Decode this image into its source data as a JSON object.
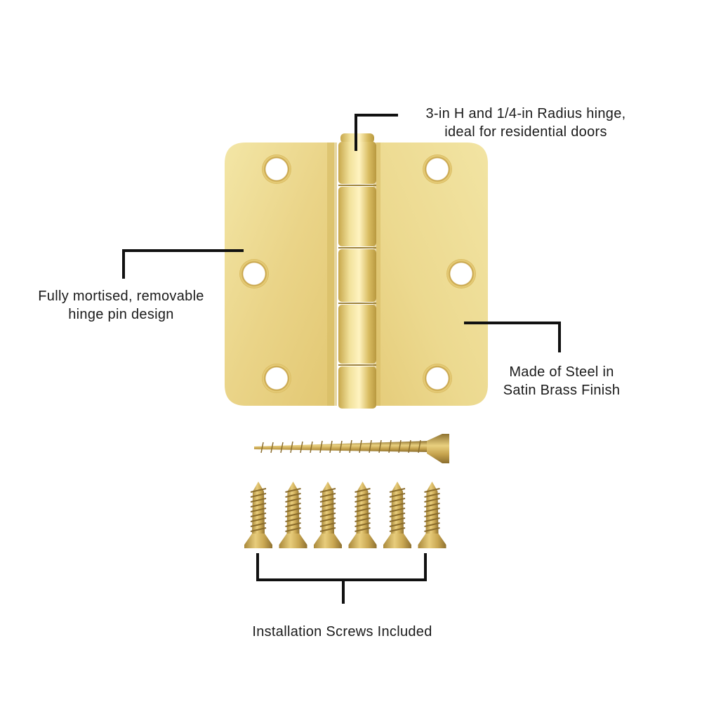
{
  "callouts": {
    "top": {
      "line1": "3-in H and 1/4-in Radius hinge,",
      "line2": "ideal for residential doors"
    },
    "left": {
      "line1": "Fully mortised, removable",
      "line2": "hinge pin design"
    },
    "right": {
      "line1": "Made of Steel in",
      "line2": "Satin Brass Finish"
    },
    "bottom": {
      "line1": "Installation Screws Included"
    }
  },
  "product": {
    "name": "door-hinge",
    "finish_color": "#e6cf7a",
    "shadow_color": "#c9ad52",
    "screw_count_short": 6,
    "screw_count_long": 1
  },
  "colors": {
    "leader_line": "#111111",
    "background": "#ffffff"
  }
}
